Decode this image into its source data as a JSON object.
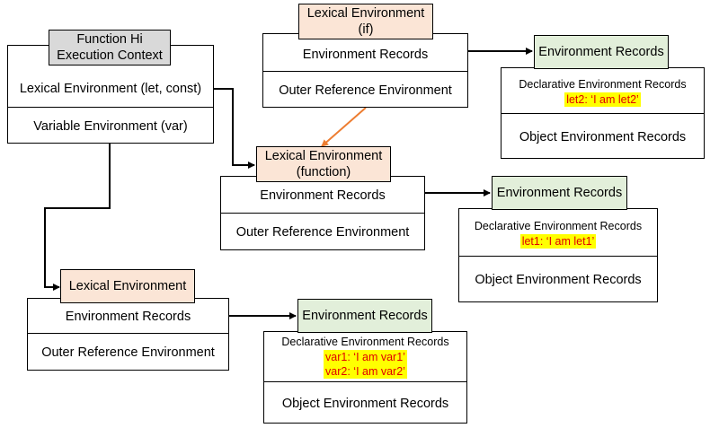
{
  "function_context": {
    "title_line1": "Function Hi",
    "title_line2": "Execution Context",
    "lexical": "Lexical Environment (let, const)",
    "variable": "Variable Environment (var)"
  },
  "lex_if": {
    "title_line1": "Lexical Environment",
    "title_line2": "(if)",
    "env_records": "Environment Records",
    "outer": "Outer Reference Environment"
  },
  "er_if": {
    "title": "Environment Records",
    "declarative": "Declarative Environment Records",
    "entries": [
      "let2: ‘I am let2’"
    ],
    "object": "Object Environment Records"
  },
  "lex_function": {
    "title_line1": "Lexical Environment",
    "title_line2": "(function)",
    "env_records": "Environment Records",
    "outer": "Outer Reference Environment"
  },
  "er_function": {
    "title": "Environment Records",
    "declarative": "Declarative Environment Records",
    "entries": [
      "let1: ‘I am let1’"
    ],
    "object": "Object Environment Records"
  },
  "lex_var": {
    "title": "Lexical Environment",
    "env_records": "Environment Records",
    "outer": "Outer Reference Environment"
  },
  "er_var": {
    "title": "Environment Records",
    "declarative": "Declarative Environment Records",
    "entries": [
      "var1: ‘I am var1’",
      "var2: ‘I am var2’"
    ],
    "object": "Object Environment Records"
  },
  "colors": {
    "context_fill": "#d9d9d9",
    "lexical_fill": "#fbe5d6",
    "records_fill": "#e2efda",
    "highlight": "#ffff00",
    "highlight_text": "#e00000",
    "outer_arrow": "#ed7d31"
  }
}
